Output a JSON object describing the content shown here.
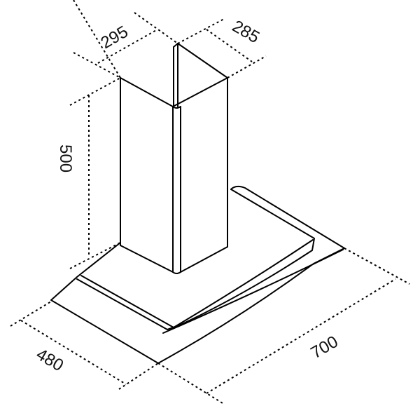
{
  "diagram": {
    "subject": "chimney range hood dimensional drawing",
    "line_color": "#000000",
    "background": "#ffffff",
    "dimensions": {
      "chimney_width": "295",
      "chimney_depth": "285",
      "chimney_height": "500",
      "hood_depth": "480",
      "hood_width": "700"
    }
  }
}
